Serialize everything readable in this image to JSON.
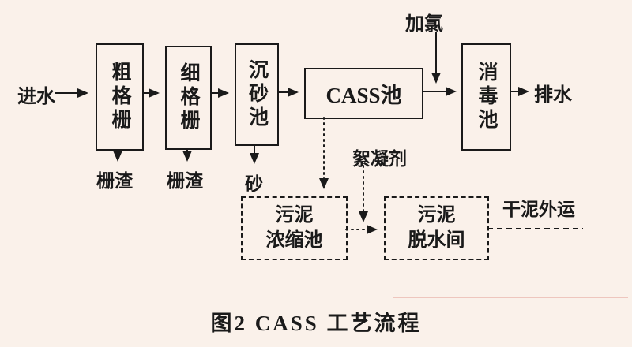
{
  "caption": "图2  CASS 工艺流程",
  "flow": {
    "influent": "进水",
    "coarse_screen": "粗格栅",
    "fine_screen": "细格栅",
    "grit_chamber": "沉砂池",
    "cass_tank": "CASS池",
    "chlorine": "加氯",
    "disinfection_tank": "消毒池",
    "effluent": "排水",
    "residue_coarse": "栅渣",
    "residue_fine": "栅渣",
    "sand": "砂",
    "flocculant": "絮凝剂",
    "thickener": {
      "line1": "污泥",
      "line2": "浓缩池"
    },
    "dewatering": {
      "line1": "污泥",
      "line2": "脱水间"
    },
    "dry_sludge_out": "干泥外运",
    "line_color": "#1a1a1a"
  }
}
